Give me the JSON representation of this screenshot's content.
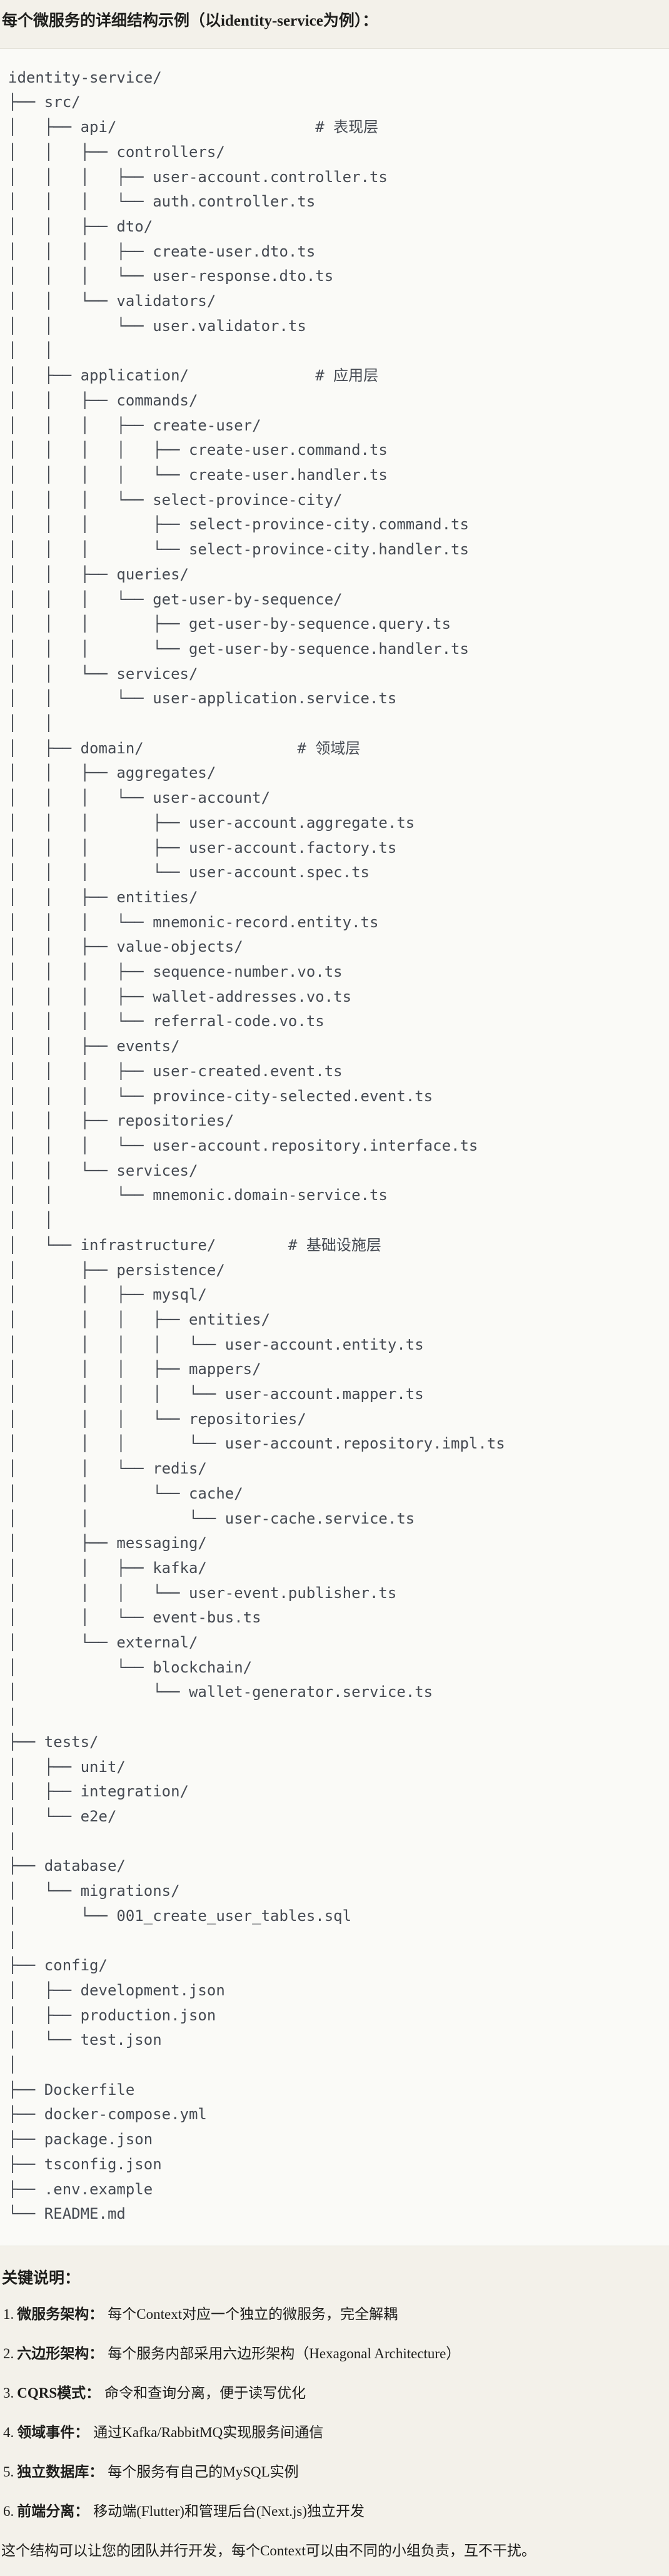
{
  "page": {
    "title": "每个微服务的详细结构示例（以identity-service为例）：",
    "notes_heading": "关键说明：",
    "closing": "这个结构可以让您的团队并行开发，每个Context可以由不同的小组负责，互不干扰。"
  },
  "tree": {
    "lines": [
      "identity-service/",
      "├── src/",
      "│   ├── api/                      # 表现层",
      "│   │   ├── controllers/",
      "│   │   │   ├── user-account.controller.ts",
      "│   │   │   └── auth.controller.ts",
      "│   │   ├── dto/",
      "│   │   │   ├── create-user.dto.ts",
      "│   │   │   └── user-response.dto.ts",
      "│   │   └── validators/",
      "│   │       └── user.validator.ts",
      "│   │",
      "│   ├── application/              # 应用层",
      "│   │   ├── commands/",
      "│   │   │   ├── create-user/",
      "│   │   │   │   ├── create-user.command.ts",
      "│   │   │   │   └── create-user.handler.ts",
      "│   │   │   └── select-province-city/",
      "│   │   │       ├── select-province-city.command.ts",
      "│   │   │       └── select-province-city.handler.ts",
      "│   │   ├── queries/",
      "│   │   │   └── get-user-by-sequence/",
      "│   │   │       ├── get-user-by-sequence.query.ts",
      "│   │   │       └── get-user-by-sequence.handler.ts",
      "│   │   └── services/",
      "│   │       └── user-application.service.ts",
      "│   │",
      "│   ├── domain/                 # 领域层",
      "│   │   ├── aggregates/",
      "│   │   │   └── user-account/",
      "│   │   │       ├── user-account.aggregate.ts",
      "│   │   │       ├── user-account.factory.ts",
      "│   │   │       └── user-account.spec.ts",
      "│   │   ├── entities/",
      "│   │   │   └── mnemonic-record.entity.ts",
      "│   │   ├── value-objects/",
      "│   │   │   ├── sequence-number.vo.ts",
      "│   │   │   ├── wallet-addresses.vo.ts",
      "│   │   │   └── referral-code.vo.ts",
      "│   │   ├── events/",
      "│   │   │   ├── user-created.event.ts",
      "│   │   │   └── province-city-selected.event.ts",
      "│   │   ├── repositories/",
      "│   │   │   └── user-account.repository.interface.ts",
      "│   │   └── services/",
      "│   │       └── mnemonic.domain-service.ts",
      "│   │",
      "│   └── infrastructure/        # 基础设施层",
      "│       ├── persistence/",
      "│       │   ├── mysql/",
      "│       │   │   ├── entities/",
      "│       │   │   │   └── user-account.entity.ts",
      "│       │   │   ├── mappers/",
      "│       │   │   │   └── user-account.mapper.ts",
      "│       │   │   └── repositories/",
      "│       │   │       └── user-account.repository.impl.ts",
      "│       │   └── redis/",
      "│       │       └── cache/",
      "│       │           └── user-cache.service.ts",
      "│       ├── messaging/",
      "│       │   ├── kafka/",
      "│       │   │   └── user-event.publisher.ts",
      "│       │   └── event-bus.ts",
      "│       └── external/",
      "│           └── blockchain/",
      "│               └── wallet-generator.service.ts",
      "│",
      "├── tests/",
      "│   ├── unit/",
      "│   ├── integration/",
      "│   └── e2e/",
      "│",
      "├── database/",
      "│   └── migrations/",
      "│       └── 001_create_user_tables.sql",
      "│",
      "├── config/",
      "│   ├── development.json",
      "│   ├── production.json",
      "│   └── test.json",
      "│",
      "├── Dockerfile",
      "├── docker-compose.yml",
      "├── package.json",
      "├── tsconfig.json",
      "├── .env.example",
      "└── README.md"
    ]
  },
  "notes": {
    "items": [
      {
        "num": "1.",
        "label": "微服务架构",
        "sep": "：",
        "text": "每个Context对应一个独立的微服务，完全解耦"
      },
      {
        "num": "2.",
        "label": "六边形架构",
        "sep": "：",
        "text": "每个服务内部采用六边形架构（Hexagonal Architecture）"
      },
      {
        "num": "3.",
        "label": "CQRS模式",
        "sep": "：",
        "text": "命令和查询分离，便于读写优化"
      },
      {
        "num": "4.",
        "label": "领域事件",
        "sep": "：",
        "text": "通过Kafka/RabbitMQ实现服务间通信"
      },
      {
        "num": "5.",
        "label": "独立数据库",
        "sep": "：",
        "text": "每个服务有自己的MySQL实例"
      },
      {
        "num": "6.",
        "label": "前端分离",
        "sep": "：",
        "text": "移动端(Flutter)和管理后台(Next.js)独立开发"
      }
    ]
  },
  "colors": {
    "page_bg": "#f3f1ea",
    "code_block_bg": "#fafaf7",
    "code_block_border": "#e4e2d9",
    "tree_text": "#454a52",
    "heading_text": "#1e1e1c"
  }
}
